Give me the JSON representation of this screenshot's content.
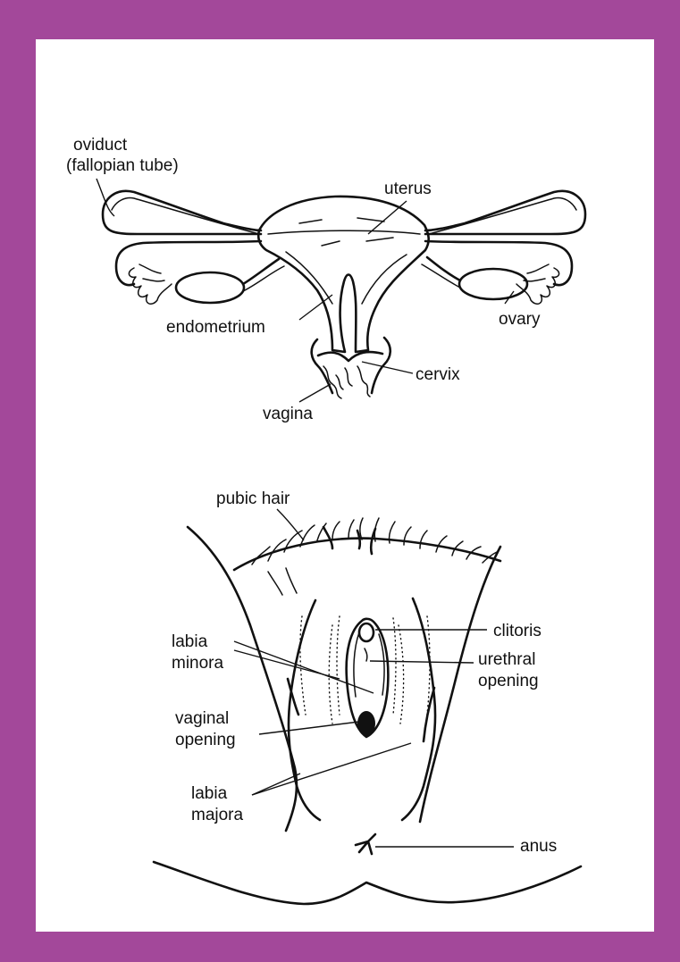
{
  "frame_color": "#a3489a",
  "labels": {
    "oviduct_line1": "oviduct",
    "oviduct_line2": "(fallopian tube)",
    "uterus": "uterus",
    "endometrium": "endometrium",
    "ovary": "ovary",
    "cervix": "cervix",
    "vagina": "vagina",
    "pubic_hair": "pubic hair",
    "clitoris": "clitoris",
    "urethral_line1": "urethral",
    "urethral_line2": "opening",
    "labia_minora_line1": "labia",
    "labia_minora_line2": "minora",
    "vaginal_line1": "vaginal",
    "vaginal_line2": "opening",
    "labia_majora_line1": "labia",
    "labia_majora_line2": "majora",
    "anus": "anus"
  }
}
